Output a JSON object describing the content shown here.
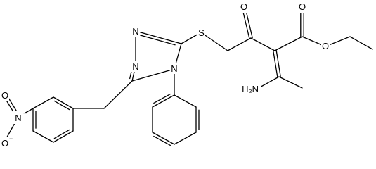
{
  "structure": {
    "atoms": [
      {
        "id": "s",
        "label": "S"
      },
      {
        "id": "o_ketone",
        "label": "O"
      },
      {
        "id": "o_carbonyl",
        "label": "O"
      },
      {
        "id": "o_ester",
        "label": "O"
      },
      {
        "id": "n1",
        "label": "N"
      },
      {
        "id": "n2",
        "label": "N"
      },
      {
        "id": "n4",
        "label": "N"
      },
      {
        "id": "nh2",
        "label": "H₂N"
      },
      {
        "id": "no2_n",
        "label": "N",
        "charge": "+"
      },
      {
        "id": "no2_o_top",
        "label": "O"
      },
      {
        "id": "no2_o_bottom",
        "label": "O",
        "charge": "−"
      }
    ]
  },
  "colors": {
    "bond": "#000000",
    "text": "#000000",
    "background": "#ffffff"
  }
}
